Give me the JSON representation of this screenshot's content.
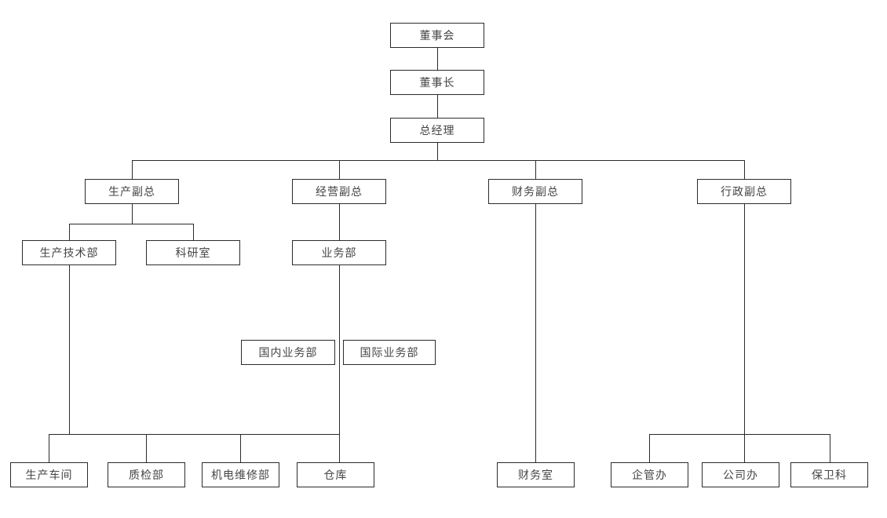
{
  "diagram": {
    "type": "org-chart",
    "nodes": [
      {
        "id": "board",
        "label": "董事会"
      },
      {
        "id": "chairman",
        "label": "董事长"
      },
      {
        "id": "general_manager",
        "label": "总经理"
      },
      {
        "id": "vp_production",
        "label": "生产副总"
      },
      {
        "id": "vp_operations",
        "label": "经营副总"
      },
      {
        "id": "vp_finance",
        "label": "财务副总"
      },
      {
        "id": "vp_admin",
        "label": "行政副总"
      },
      {
        "id": "dept_tech",
        "label": "生产技术部"
      },
      {
        "id": "dept_research",
        "label": "科研室"
      },
      {
        "id": "dept_business",
        "label": "业务部"
      },
      {
        "id": "dept_domestic",
        "label": "国内业务部"
      },
      {
        "id": "dept_intl",
        "label": "国际业务部"
      },
      {
        "id": "workshop",
        "label": "生产车间"
      },
      {
        "id": "qc",
        "label": "质检部"
      },
      {
        "id": "maintenance",
        "label": "机电维修部"
      },
      {
        "id": "warehouse",
        "label": "仓库"
      },
      {
        "id": "finance_office",
        "label": "财务室"
      },
      {
        "id": "ent_mgmt_office",
        "label": "企管办"
      },
      {
        "id": "company_office",
        "label": "公司办"
      },
      {
        "id": "security",
        "label": "保卫科"
      }
    ],
    "edges": [
      {
        "from": [
          "board"
        ],
        "to": [
          "chairman"
        ]
      },
      {
        "from": [
          "chairman"
        ],
        "to": [
          "general_manager"
        ]
      },
      {
        "from": [
          "general_manager"
        ],
        "to": [
          "vp_production",
          "vp_operations",
          "vp_finance",
          "vp_admin"
        ]
      },
      {
        "from": [
          "vp_production"
        ],
        "to": [
          "dept_tech",
          "dept_research"
        ]
      },
      {
        "from": [
          "vp_operations"
        ],
        "to": [
          "dept_business"
        ]
      },
      {
        "from": [
          "dept_business"
        ],
        "to": [
          "dept_domestic",
          "dept_intl"
        ]
      },
      {
        "from": [
          "dept_tech",
          "dept_business"
        ],
        "to": [
          "workshop",
          "qc",
          "maintenance",
          "warehouse"
        ]
      },
      {
        "from": [
          "vp_finance"
        ],
        "to": [
          "finance_office"
        ]
      },
      {
        "from": [
          "vp_admin"
        ],
        "to": [
          "ent_mgmt_office",
          "company_office",
          "security"
        ]
      }
    ],
    "colors": {
      "line": "#2b2b2b",
      "text": "#454545",
      "background": "#ffffff"
    }
  }
}
